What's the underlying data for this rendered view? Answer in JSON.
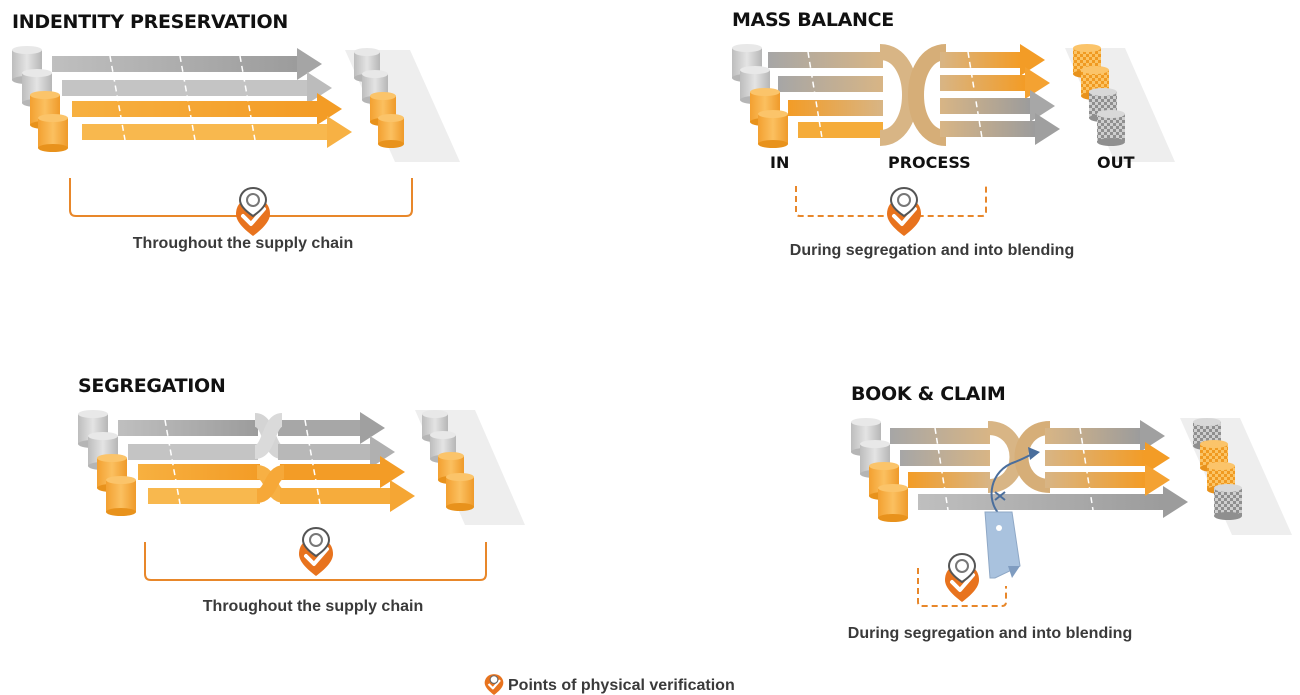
{
  "panels": [
    {
      "title": "INDENTITY PRESERVATION",
      "caption": "Throughout the supply chain"
    },
    {
      "title": "MASS BALANCE",
      "caption": "During segregation and into blending",
      "stages": [
        "IN",
        "PROCESS",
        "OUT"
      ]
    },
    {
      "title": "SEGREGATION",
      "caption": "Throughout the supply chain"
    },
    {
      "title": "BOOK & CLAIM",
      "caption": "During segregation and into blending"
    }
  ],
  "legend": {
    "label": "Points of physical verification",
    "icon": "verification-pin-icon"
  },
  "colors": {
    "orange": "#f5a733",
    "orange_dark": "#e8731e",
    "grey": "#9e9e9e",
    "grey_light": "#d2d2d2",
    "tan": "#d9b98a",
    "tag_blue": "#a9c2de"
  }
}
